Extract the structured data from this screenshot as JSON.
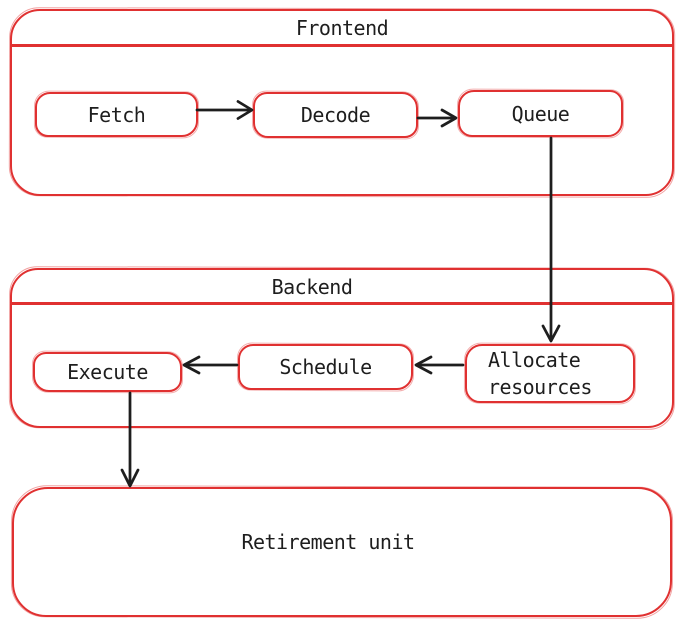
{
  "colors": {
    "accent_red": "#e03131",
    "ink_black": "#1e1e1e",
    "background": "#ffffff"
  },
  "diagram": {
    "type": "flowchart",
    "style": "hand-drawn",
    "containers": [
      {
        "id": "frontend",
        "title": "Frontend"
      },
      {
        "id": "backend",
        "title": "Backend"
      },
      {
        "id": "retirement",
        "title": "Retirement unit"
      }
    ],
    "nodes": [
      {
        "id": "fetch",
        "label": "Fetch",
        "container": "frontend"
      },
      {
        "id": "decode",
        "label": "Decode",
        "container": "frontend"
      },
      {
        "id": "queue",
        "label": "Queue",
        "container": "frontend"
      },
      {
        "id": "execute",
        "label": "Execute",
        "container": "backend"
      },
      {
        "id": "schedule",
        "label": "Schedule",
        "container": "backend"
      },
      {
        "id": "allocate-resources",
        "label": "Allocate resources",
        "container": "backend"
      }
    ],
    "edges": [
      {
        "from": "fetch",
        "to": "decode"
      },
      {
        "from": "decode",
        "to": "queue"
      },
      {
        "from": "queue",
        "to": "allocate-resources"
      },
      {
        "from": "allocate-resources",
        "to": "schedule"
      },
      {
        "from": "schedule",
        "to": "execute"
      },
      {
        "from": "execute",
        "to": "retirement"
      }
    ]
  }
}
